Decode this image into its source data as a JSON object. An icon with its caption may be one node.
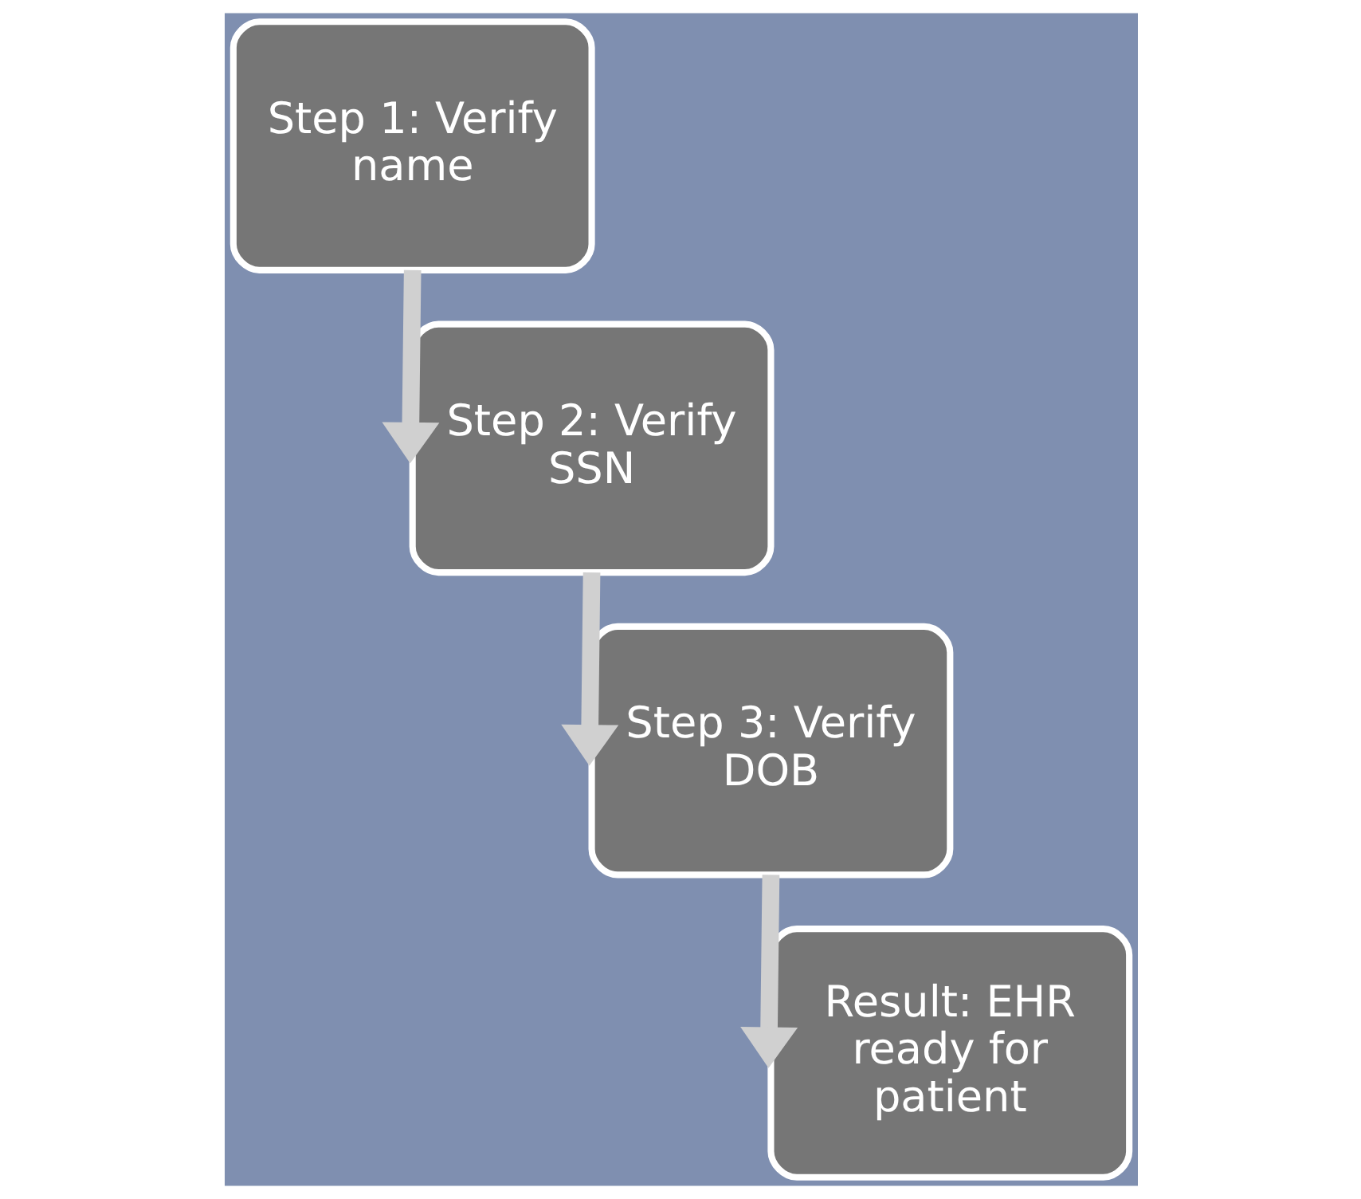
{
  "diagram": {
    "nodes": [
      {
        "text": [
          "Step 1: Verify name"
        ]
      },
      {
        "text": [
          "Step 2: Verify SSN"
        ]
      },
      {
        "text": [
          "Step 3: Verify DOB"
        ]
      },
      {
        "text": [
          "Result: EHR ready for patient"
        ]
      }
    ],
    "edges": [
      {
        "from": 0,
        "to": 1,
        "arrow": "to"
      },
      {
        "from": 1,
        "to": 2,
        "arrow": "to"
      },
      {
        "from": 2,
        "to": 3,
        "arrow": "to"
      }
    ]
  }
}
